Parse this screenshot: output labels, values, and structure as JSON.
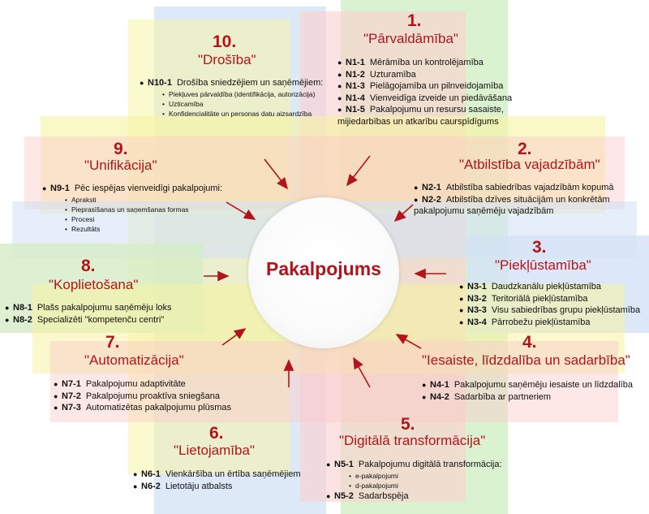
{
  "center": "Pakalpojums",
  "sections": {
    "s1": {
      "num": "1.",
      "title": "\"Pārvaldāmība\"",
      "items": [
        {
          "code": "N1-1",
          "text": "Mērāmība un kontrolējamība"
        },
        {
          "code": "N1-2",
          "text": "Uzturamība"
        },
        {
          "code": "N1-3",
          "text": "Pielāgojamība un pilnveidojamība"
        },
        {
          "code": "N1-4",
          "text": "Vienveidīga izveide un piedāvāšana"
        },
        {
          "code": "N1-5",
          "text": "Pakalpojumu un resursu sasaiste,",
          "cont": "mijiedarbības un atkarību caurspīdīgums"
        }
      ]
    },
    "s2": {
      "num": "2.",
      "title": "\"Atbilstība vajadzībām\"",
      "items": [
        {
          "code": "N2-1",
          "text": "Atbilstība sabiedrības vajadzībām kopumā"
        },
        {
          "code": "N2-2",
          "text": "Atbilstība dzīves situācijām un konkrētām",
          "cont": "pakalpojumu saņēmēju vajadzībām"
        }
      ]
    },
    "s3": {
      "num": "3.",
      "title": "\"Piekļūstamība\"",
      "items": [
        {
          "code": "N3-1",
          "text": "Daudzkanālu piekļūstamība"
        },
        {
          "code": "N3-2",
          "text": "Teritoriālā piekļūstamība"
        },
        {
          "code": "N3-3",
          "text": "Visu sabiedrības grupu piekļūstamība"
        },
        {
          "code": "N3-4",
          "text": "Pārrobežu piekļūstamība"
        }
      ]
    },
    "s4": {
      "num": "4.",
      "title": "\"Iesaiste, līdzdalība un sadarbība\"",
      "items": [
        {
          "code": "N4-1",
          "text": "Pakalpojumu saņēmēju iesaiste un līdzdalība"
        },
        {
          "code": "N4-2",
          "text": "Sadarbība ar partneriem"
        }
      ]
    },
    "s5": {
      "num": "5.",
      "title": "\"Digitālā transformācija\"",
      "items": [
        {
          "code": "N5-1",
          "text": "Pakalpojumu digitālā transformācija:",
          "subs": [
            "e-pakalpojumi",
            "d-pakalpojumi"
          ]
        },
        {
          "code": "N5-2",
          "text": "Sadarbspēja"
        }
      ]
    },
    "s6": {
      "num": "6.",
      "title": "\"Lietojamība\"",
      "items": [
        {
          "code": "N6-1",
          "text": "Vienkāršība un ērtība saņēmējiem"
        },
        {
          "code": "N6-2",
          "text": "Lietotāju atbalsts"
        }
      ]
    },
    "s7": {
      "num": "7.",
      "title": "\"Automatizācija\"",
      "items": [
        {
          "code": "N7-1",
          "text": "Pakalpojumu adaptivitāte"
        },
        {
          "code": "N7-2",
          "text": "Pakalpojumu proaktīva sniegšana"
        },
        {
          "code": "N7-3",
          "text": "Automatizētas pakalpojumu plūsmas"
        }
      ]
    },
    "s8": {
      "num": "8.",
      "title": "\"Koplietošana\"",
      "items": [
        {
          "code": "N8-1",
          "text": "Plašs pakalpojumu saņēmēju loks"
        },
        {
          "code": "N8-2",
          "text": "Specializēti \"kompetenču centri\""
        }
      ]
    },
    "s9": {
      "num": "9.",
      "title": "\"Unifikācija\"",
      "items": [
        {
          "code": "N9-1",
          "text": "Pēc iespējas vienveidīgi pakalpojumi:",
          "subs": [
            "Apraksti",
            "Pieprasīšanas un saņemšanas formas",
            "Procesi",
            "Rezultāts"
          ]
        }
      ]
    },
    "s10": {
      "num": "10.",
      "title": "\"Drošība\"",
      "items": [
        {
          "code": "N10-1",
          "text": "Drošība sniedzējiem un saņēmējiem:",
          "subs": [
            "Piekļuves pārvaldība (identifikācija, autorizācija)",
            "Uzticamība",
            "Konfidencialitāte un personas datu aizsardzība"
          ]
        }
      ]
    }
  },
  "colors": {
    "accent": "#b3141b",
    "bg_green": "#d9f0c8",
    "bg_yellow": "#fbf7b8",
    "bg_pink": "#fbd0d0",
    "bg_blue": "#d6e4f4",
    "bg_orange": "#fbdcc0"
  }
}
